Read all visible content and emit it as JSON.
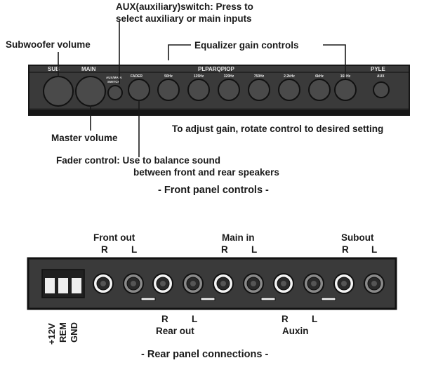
{
  "front": {
    "aux_label_line1": "AUX(auxiliary)switch: Press to",
    "aux_label_line2": "select auxiliary or main inputs",
    "subwoofer_label": "Subwoofer volume",
    "eq_label": "Equalizer gain controls",
    "master_label": "Master volume",
    "adjust_label": "To adjust gain, rotate control to desired setting",
    "fader_label_line1": "Fader control: Use to balance sound",
    "fader_label_line2": "between front and rear speakers",
    "caption": "- Front panel controls -",
    "panel_text": {
      "sub": "SUB",
      "main": "MAIN",
      "aux_sw_line1": "AUX/MAIN",
      "aux_sw_line2": "SWITCH",
      "fader": "FADER",
      "model": "PLPARQPIOP",
      "brand": "PYLE",
      "aux": "AUX",
      "bands": [
        "50Hz",
        "125Hz",
        "320Hz",
        "750Hz",
        "2.2kHz",
        "6kHz",
        "16kHz"
      ]
    }
  },
  "rear": {
    "front_out": "Front out",
    "main_in": "Main in",
    "subout": "Subout",
    "rear_out": "Rear out",
    "auxin": "Auxin",
    "r": "R",
    "l": "L",
    "power_pins": [
      "+12V",
      "REM",
      "GND"
    ],
    "caption": "- Rear panel connections -"
  },
  "colors": {
    "panel": "#3a3a3a",
    "panel_edge": "#111111",
    "knob": "#4a4a4a",
    "jack_white": "#f4f4f4",
    "jack_gray": "#8a8a8a"
  }
}
